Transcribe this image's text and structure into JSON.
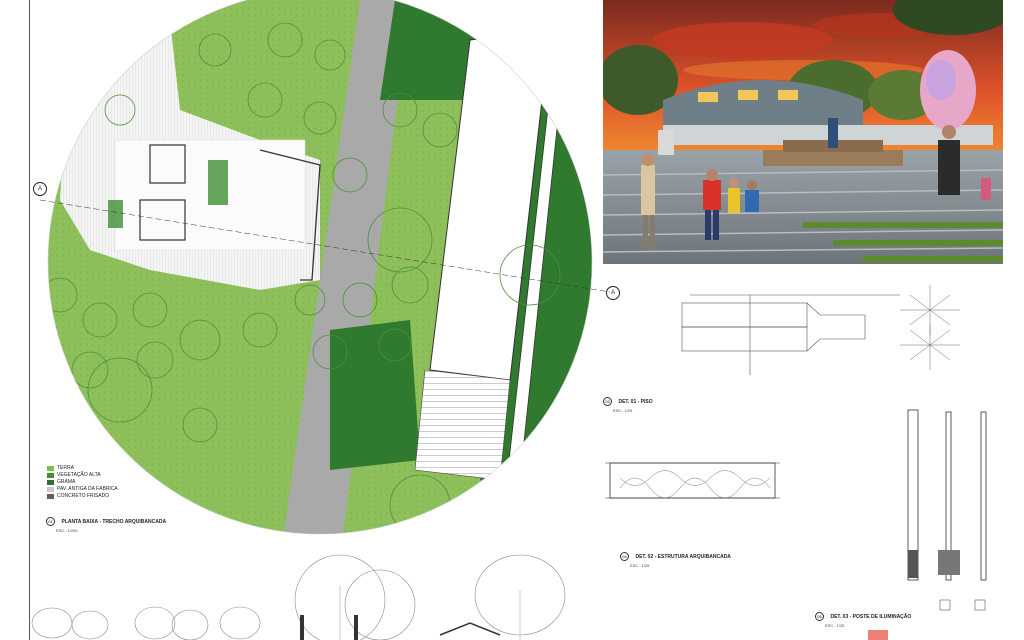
{
  "plan": {
    "title": "PLANTA BAIXA - TRECHO ARQUIBANCADA",
    "scale": "ESC.: 1/250",
    "number": "01",
    "section_marker": "A"
  },
  "legend": {
    "items": [
      {
        "label": "TERRA",
        "color": "#7bbf4a"
      },
      {
        "label": "VEGETAÇÃO ALTA",
        "color": "#3f8f35"
      },
      {
        "label": "GRAMA",
        "color": "#2e6f2a"
      },
      {
        "label": "PAV. ANTIGA DA FÁBRICA",
        "color": "#c9c9c9"
      },
      {
        "label": "CONCRETO FRISADO",
        "color": "#6e5a5a"
      }
    ]
  },
  "details": {
    "det01": {
      "number": "03",
      "title": "DET. 01 - PISO",
      "scale": "ESC.: 1/25"
    },
    "det02": {
      "number": "04",
      "title": "DET. 02 - ESTRUTURA ARQUIBANCADA",
      "scale": "ESC.: 1/25"
    },
    "det03": {
      "number": "05",
      "title": "DET. 03 - POSTE DE ILUMINAÇÃO",
      "scale": "ESC.: 1/25"
    }
  },
  "render_alt": "perspective",
  "colors": {
    "grass_light": "#8dc05a",
    "grass_dark": "#2f7a2e",
    "road": "#a9a9a9",
    "sky_orange": "#f08a2a"
  }
}
